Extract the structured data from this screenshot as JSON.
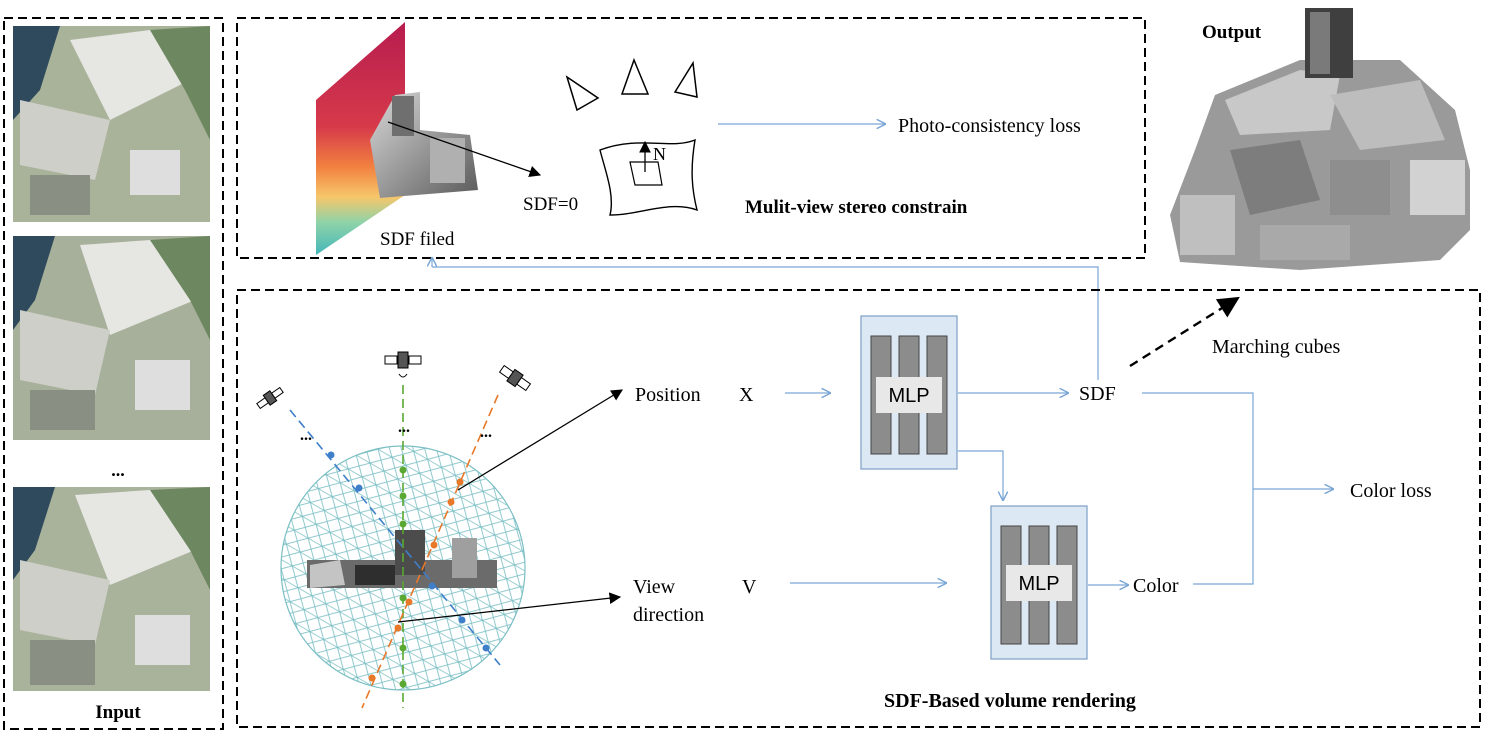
{
  "labels": {
    "input": "Input",
    "input_ellipsis": "...",
    "output": "Output",
    "sdf_filed": "SDF filed",
    "sdf_zero": "SDF=0",
    "normal": "N",
    "photo_loss": "Photo-consistency loss",
    "mvs_title": "Mulit-view stereo constrain",
    "position": "Position",
    "x": "X",
    "view": "View",
    "direction": "direction",
    "v": "V",
    "mlp1": "MLP",
    "mlp2": "MLP",
    "sdf": "SDF",
    "color": "Color",
    "color_loss": "Color loss",
    "marching_cubes": "Marching cubes",
    "rendering_title": "SDF-Based volume rendering",
    "ray_dots_left": "...",
    "ray_dots_mid": "...",
    "ray_dots_right": "..."
  },
  "colors": {
    "arrow_blue": "#7aa6d6",
    "mlp_fill": "#dde8f5",
    "mlp_border": "#7d9ec4",
    "bar_fill": "#8c8c8c",
    "sphere": "#7bbfc4",
    "ray_blue": "#3f7fc9",
    "ray_green": "#5aa832",
    "ray_orange": "#e8792a",
    "gradient": [
      "#b71c4f",
      "#d63a4a",
      "#f2803f",
      "#f7c66a",
      "#8fd3a8",
      "#43b7b9"
    ]
  },
  "icons": {
    "satellite": "satellite-icon",
    "camera": "camera-cone-icon"
  }
}
